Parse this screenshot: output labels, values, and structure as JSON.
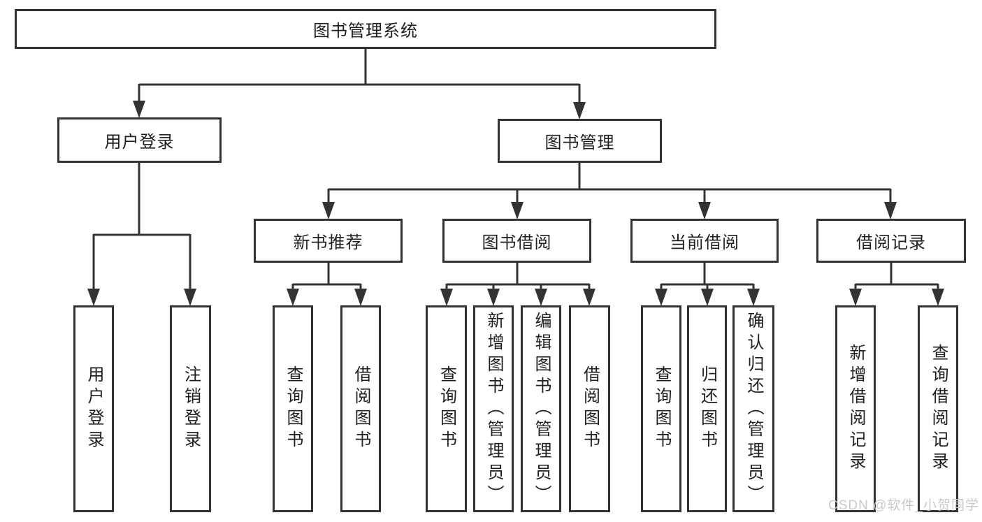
{
  "diagram": {
    "root": {
      "label": "图书管理系统"
    },
    "level2": [
      {
        "label": "用户登录"
      },
      {
        "label": "图书管理"
      }
    ],
    "level3": [
      {
        "label": "新书推荐"
      },
      {
        "label": "图书借阅"
      },
      {
        "label": "当前借阅"
      },
      {
        "label": "借阅记录"
      }
    ],
    "leaves": {
      "user_login": [
        {
          "label": "用户登录"
        },
        {
          "label": "注销登录"
        }
      ],
      "new_book_recommend": [
        {
          "label": "查询图书"
        },
        {
          "label": "借阅图书"
        }
      ],
      "book_borrow": [
        {
          "label": "查询图书"
        },
        {
          "label": "新增图书（管理员）"
        },
        {
          "label": "编辑图书（管理员）"
        },
        {
          "label": "借阅图书"
        }
      ],
      "current_borrow": [
        {
          "label": "查询图书"
        },
        {
          "label": "归还图书"
        },
        {
          "label": "确认归还（管理员）"
        }
      ],
      "borrow_record": [
        {
          "label": "新增借阅记录"
        },
        {
          "label": "查询借阅记录"
        }
      ]
    },
    "colors": {
      "line": "#333333",
      "text": "#1f1f1f",
      "watermark": "#c9c9c9"
    },
    "watermark": "CSDN @软件_小贺同学"
  }
}
